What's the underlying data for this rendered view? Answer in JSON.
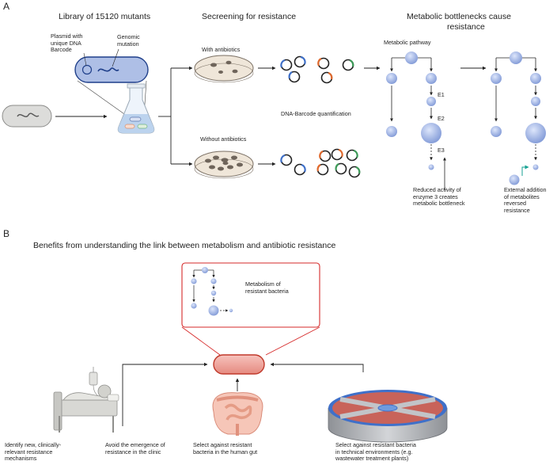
{
  "panel_a": {
    "letter": "A",
    "library_title": "Library of 15120 mutants",
    "plasmid_label": "Plasmid with\nunique DNA\nBarcode",
    "genomic_label": "Genomic\nmutation",
    "screening_title": "Secreening for resistance",
    "with_antibiotics": "With antibiotics",
    "without_antibiotics": "Without antibiotics",
    "barcode_quant": "DNA-Barcode quantification",
    "bottleneck_title_1": "Metabolic bottlenecks cause",
    "bottleneck_title_2": "resistance",
    "metabolic_pathway": "Metabolic pathway",
    "e1": "E1",
    "e2": "E2",
    "e3": "E3",
    "reduced_activity": "Reduced activity of\nenzyme 3 creates\nmetabolic bottleneck",
    "external_addition": "External addition\nof metabolites\nreversed\nresistance"
  },
  "panel_b": {
    "letter": "B",
    "title": "Benefits from understanding the link between metabolism and antibiotic resistance",
    "metabolism_label": "Metabolism of\nresistant bacteria",
    "cap_identify": "Identify new, clinically-\nrelevant resistance\nmechanisms",
    "cap_avoid": "Avoid the emergence of\nresistance in the clinic",
    "cap_gut": "Select against resistant\nbacteria in the human gut",
    "cap_env": "Select against resistant bacteria\nin technical environments (e.g.\nwastewater treatment plants)"
  },
  "colors": {
    "cell_blue": "#aebfe6",
    "cell_outline": "#1f3f8a",
    "dish": "#efe6d9",
    "metabolite": "#8fa6dc",
    "red_box": "#d62a2a",
    "pill": "#f2a099",
    "teal_arrow": "#17a293",
    "plant_top": "#c8635a",
    "plant_ring": "#3f70c9",
    "plant_body": "#b9bcc0",
    "gut": "#f1a891"
  }
}
